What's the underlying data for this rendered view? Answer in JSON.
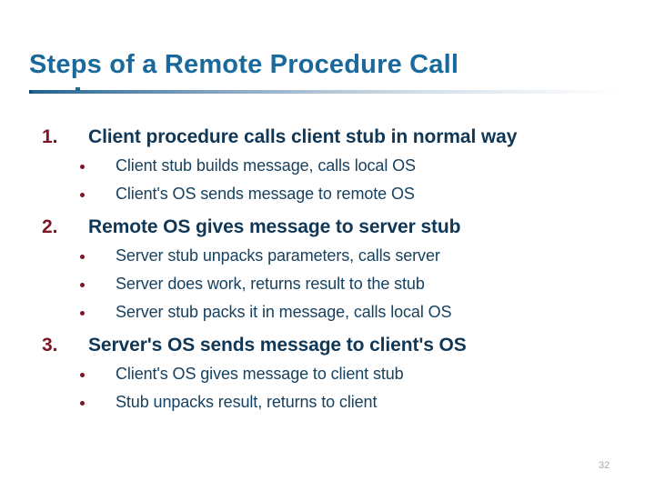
{
  "slide": {
    "title": "Steps of a Remote Procedure Call",
    "page_number": "32",
    "colors": {
      "title": "#19699c",
      "heading_text": "#103756",
      "body_text": "#16415f",
      "marker": "#7d1526",
      "background": "#ffffff",
      "rule_start": "#1d5f8c"
    },
    "steps": [
      {
        "marker": "1.",
        "text": "Client procedure calls client stub in normal way",
        "subitems": [
          "Client stub builds message, calls local OS",
          "Client's OS sends message to remote OS"
        ]
      },
      {
        "marker": "2.",
        "text": "Remote OS gives message to server stub",
        "subitems": [
          "Server stub unpacks parameters, calls server",
          "Server does work, returns result to the stub",
          "Server stub packs it in message, calls local OS"
        ]
      },
      {
        "marker": "3.",
        "text": "Server's OS sends message to client's OS",
        "subitems": [
          "Client's OS gives message to client stub",
          "Stub unpacks result, returns to client"
        ]
      }
    ]
  }
}
